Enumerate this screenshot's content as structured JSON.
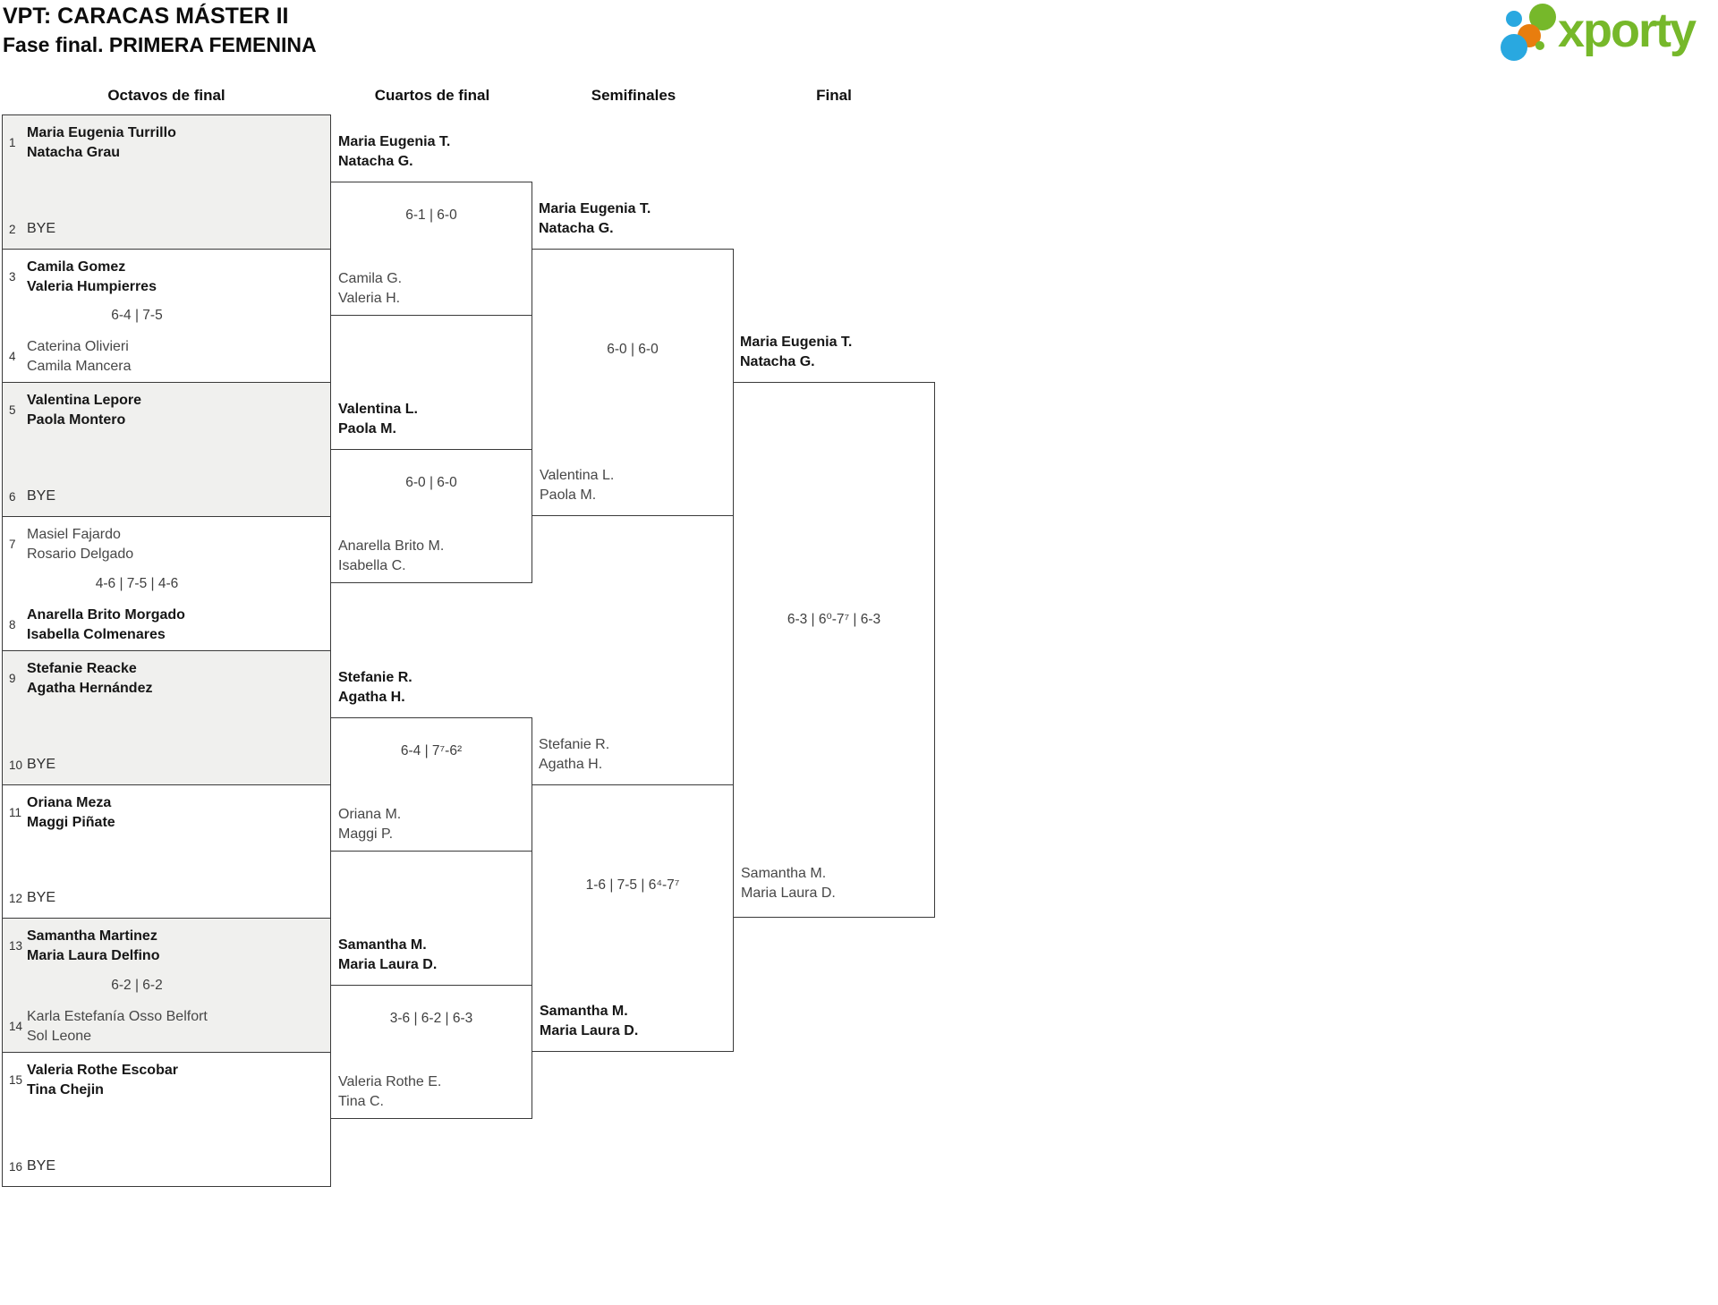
{
  "header": {
    "title": "VPT: CARACAS MÁSTER II",
    "subtitle": "Fase final. PRIMERA FEMENINA"
  },
  "logo": {
    "brand": "xporty",
    "colors": {
      "green": "#76b82a",
      "blue": "#29a8e0",
      "orange": "#e87d0e"
    }
  },
  "rounds": {
    "octavos": "Octavos de final",
    "cuartos": "Cuartos de final",
    "semifinales": "Semifinales",
    "final": "Final"
  },
  "octavos": {
    "matches": [
      {
        "top": {
          "n": "1",
          "name1": "Maria Eugenia Turrillo",
          "name2": "Natacha Grau",
          "winner": true
        },
        "bottom": {
          "n": "2",
          "bye": "BYE"
        },
        "score": ""
      },
      {
        "top": {
          "n": "3",
          "name1": "Camila Gomez",
          "name2": "Valeria Humpierres",
          "winner": true
        },
        "bottom": {
          "n": "4",
          "name1": "Caterina Olivieri",
          "name2": "Camila Mancera"
        },
        "score": "6-4 | 7-5"
      },
      {
        "top": {
          "n": "5",
          "name1": "Valentina Lepore",
          "name2": "Paola Montero",
          "winner": true
        },
        "bottom": {
          "n": "6",
          "bye": "BYE"
        },
        "score": ""
      },
      {
        "top": {
          "n": "7",
          "name1": "Masiel Fajardo",
          "name2": "Rosario Delgado"
        },
        "bottom": {
          "n": "8",
          "name1": "Anarella Brito Morgado",
          "name2": "Isabella Colmenares",
          "winner": true
        },
        "score": "4-6 | 7-5 | 4-6"
      },
      {
        "top": {
          "n": "9",
          "name1": "Stefanie Reacke",
          "name2": "Agatha Hernández",
          "winner": true
        },
        "bottom": {
          "n": "10",
          "bye": "BYE"
        },
        "score": ""
      },
      {
        "top": {
          "n": "11",
          "name1": "Oriana Meza",
          "name2": "Maggi Piñate",
          "winner": true
        },
        "bottom": {
          "n": "12",
          "bye": "BYE"
        },
        "score": ""
      },
      {
        "top": {
          "n": "13",
          "name1": "Samantha Martinez",
          "name2": "Maria Laura Delfino",
          "winner": true
        },
        "bottom": {
          "n": "14",
          "name1": "Karla Estefanía Osso Belfort",
          "name2": "Sol Leone"
        },
        "score": "6-2 | 6-2"
      },
      {
        "top": {
          "n": "15",
          "name1": "Valeria Rothe Escobar",
          "name2": "Tina Chejin",
          "winner": true
        },
        "bottom": {
          "n": "16",
          "bye": "BYE"
        },
        "score": ""
      }
    ]
  },
  "cuartos": [
    {
      "winner1": "Maria Eugenia T.",
      "winner2": "Natacha G.",
      "score": "6-1 | 6-0",
      "loser1": "Camila G.",
      "loser2": "Valeria H."
    },
    {
      "winner1": "Valentina L.",
      "winner2": "Paola M.",
      "score": "6-0 | 6-0",
      "loser1": "Anarella Brito M.",
      "loser2": "Isabella C."
    },
    {
      "winner1": "Stefanie R.",
      "winner2": "Agatha H.",
      "score": "6-4 | 7⁷-6²",
      "loser1": "Oriana M.",
      "loser2": "Maggi P."
    },
    {
      "winner1": "Samantha M.",
      "winner2": "Maria Laura D.",
      "score": "3-6 | 6-2 | 6-3",
      "loser1": "Valeria Rothe E.",
      "loser2": "Tina C."
    }
  ],
  "semifinales": [
    {
      "top1": "Maria Eugenia T.",
      "top2": "Natacha G.",
      "top_winner": true,
      "score": "6-0 | 6-0",
      "bottom1": "Valentina L.",
      "bottom2": "Paola M.",
      "bottom_winner": false
    },
    {
      "top1": "Stefanie R.",
      "top2": "Agatha H.",
      "top_winner": false,
      "score": "1-6 | 7-5 | 6⁴-7⁷",
      "bottom1": "Samantha M.",
      "bottom2": "Maria Laura D.",
      "bottom_winner": true
    }
  ],
  "final": {
    "top1": "Maria Eugenia T.",
    "top2": "Natacha G.",
    "top_winner": true,
    "score": "6-3 | 6⁰-7⁷ | 6-3",
    "bottom1": "Samantha M.",
    "bottom2": "Maria Laura D.",
    "bottom_winner": false
  }
}
